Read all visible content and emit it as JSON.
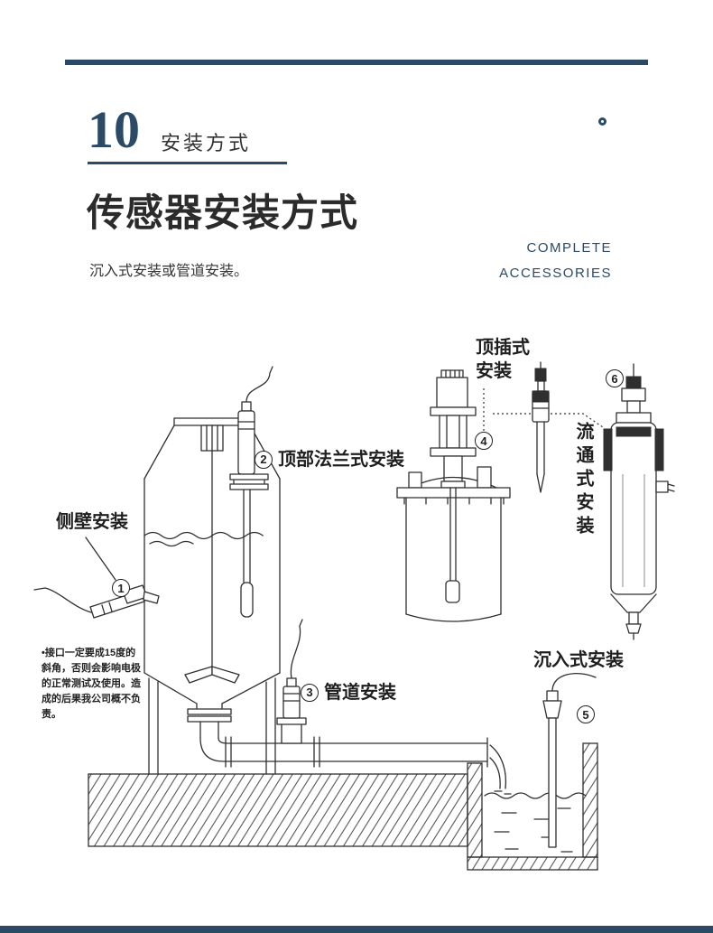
{
  "colors": {
    "accent": "#2b4a66",
    "ink": "#2f2f2f"
  },
  "header": {
    "section_number": "10",
    "section_label": "安装方式",
    "title": "传感器安装方式",
    "subtitle": "沉入式安装或管道安装。",
    "aside": {
      "line1": "COMPLETE",
      "line2": "ACCESSORIES"
    }
  },
  "diagram": {
    "callouts": {
      "side_wall": {
        "num": "1",
        "label": "侧壁安装"
      },
      "top_flange": {
        "num": "2",
        "label": "顶部法兰式安装"
      },
      "pipeline": {
        "num": "3",
        "label": "管道安装"
      },
      "top_insert": {
        "num": "4",
        "label": "顶插式安装"
      },
      "immersion": {
        "num": "5",
        "label": "沉入式安装"
      },
      "flow_through": {
        "num": "6",
        "label": "流通式安装"
      }
    },
    "note": "•接口一定要成15度的斜角，否则会影响电极的正常测试及使用。造成的后果我公司概不负责。"
  }
}
